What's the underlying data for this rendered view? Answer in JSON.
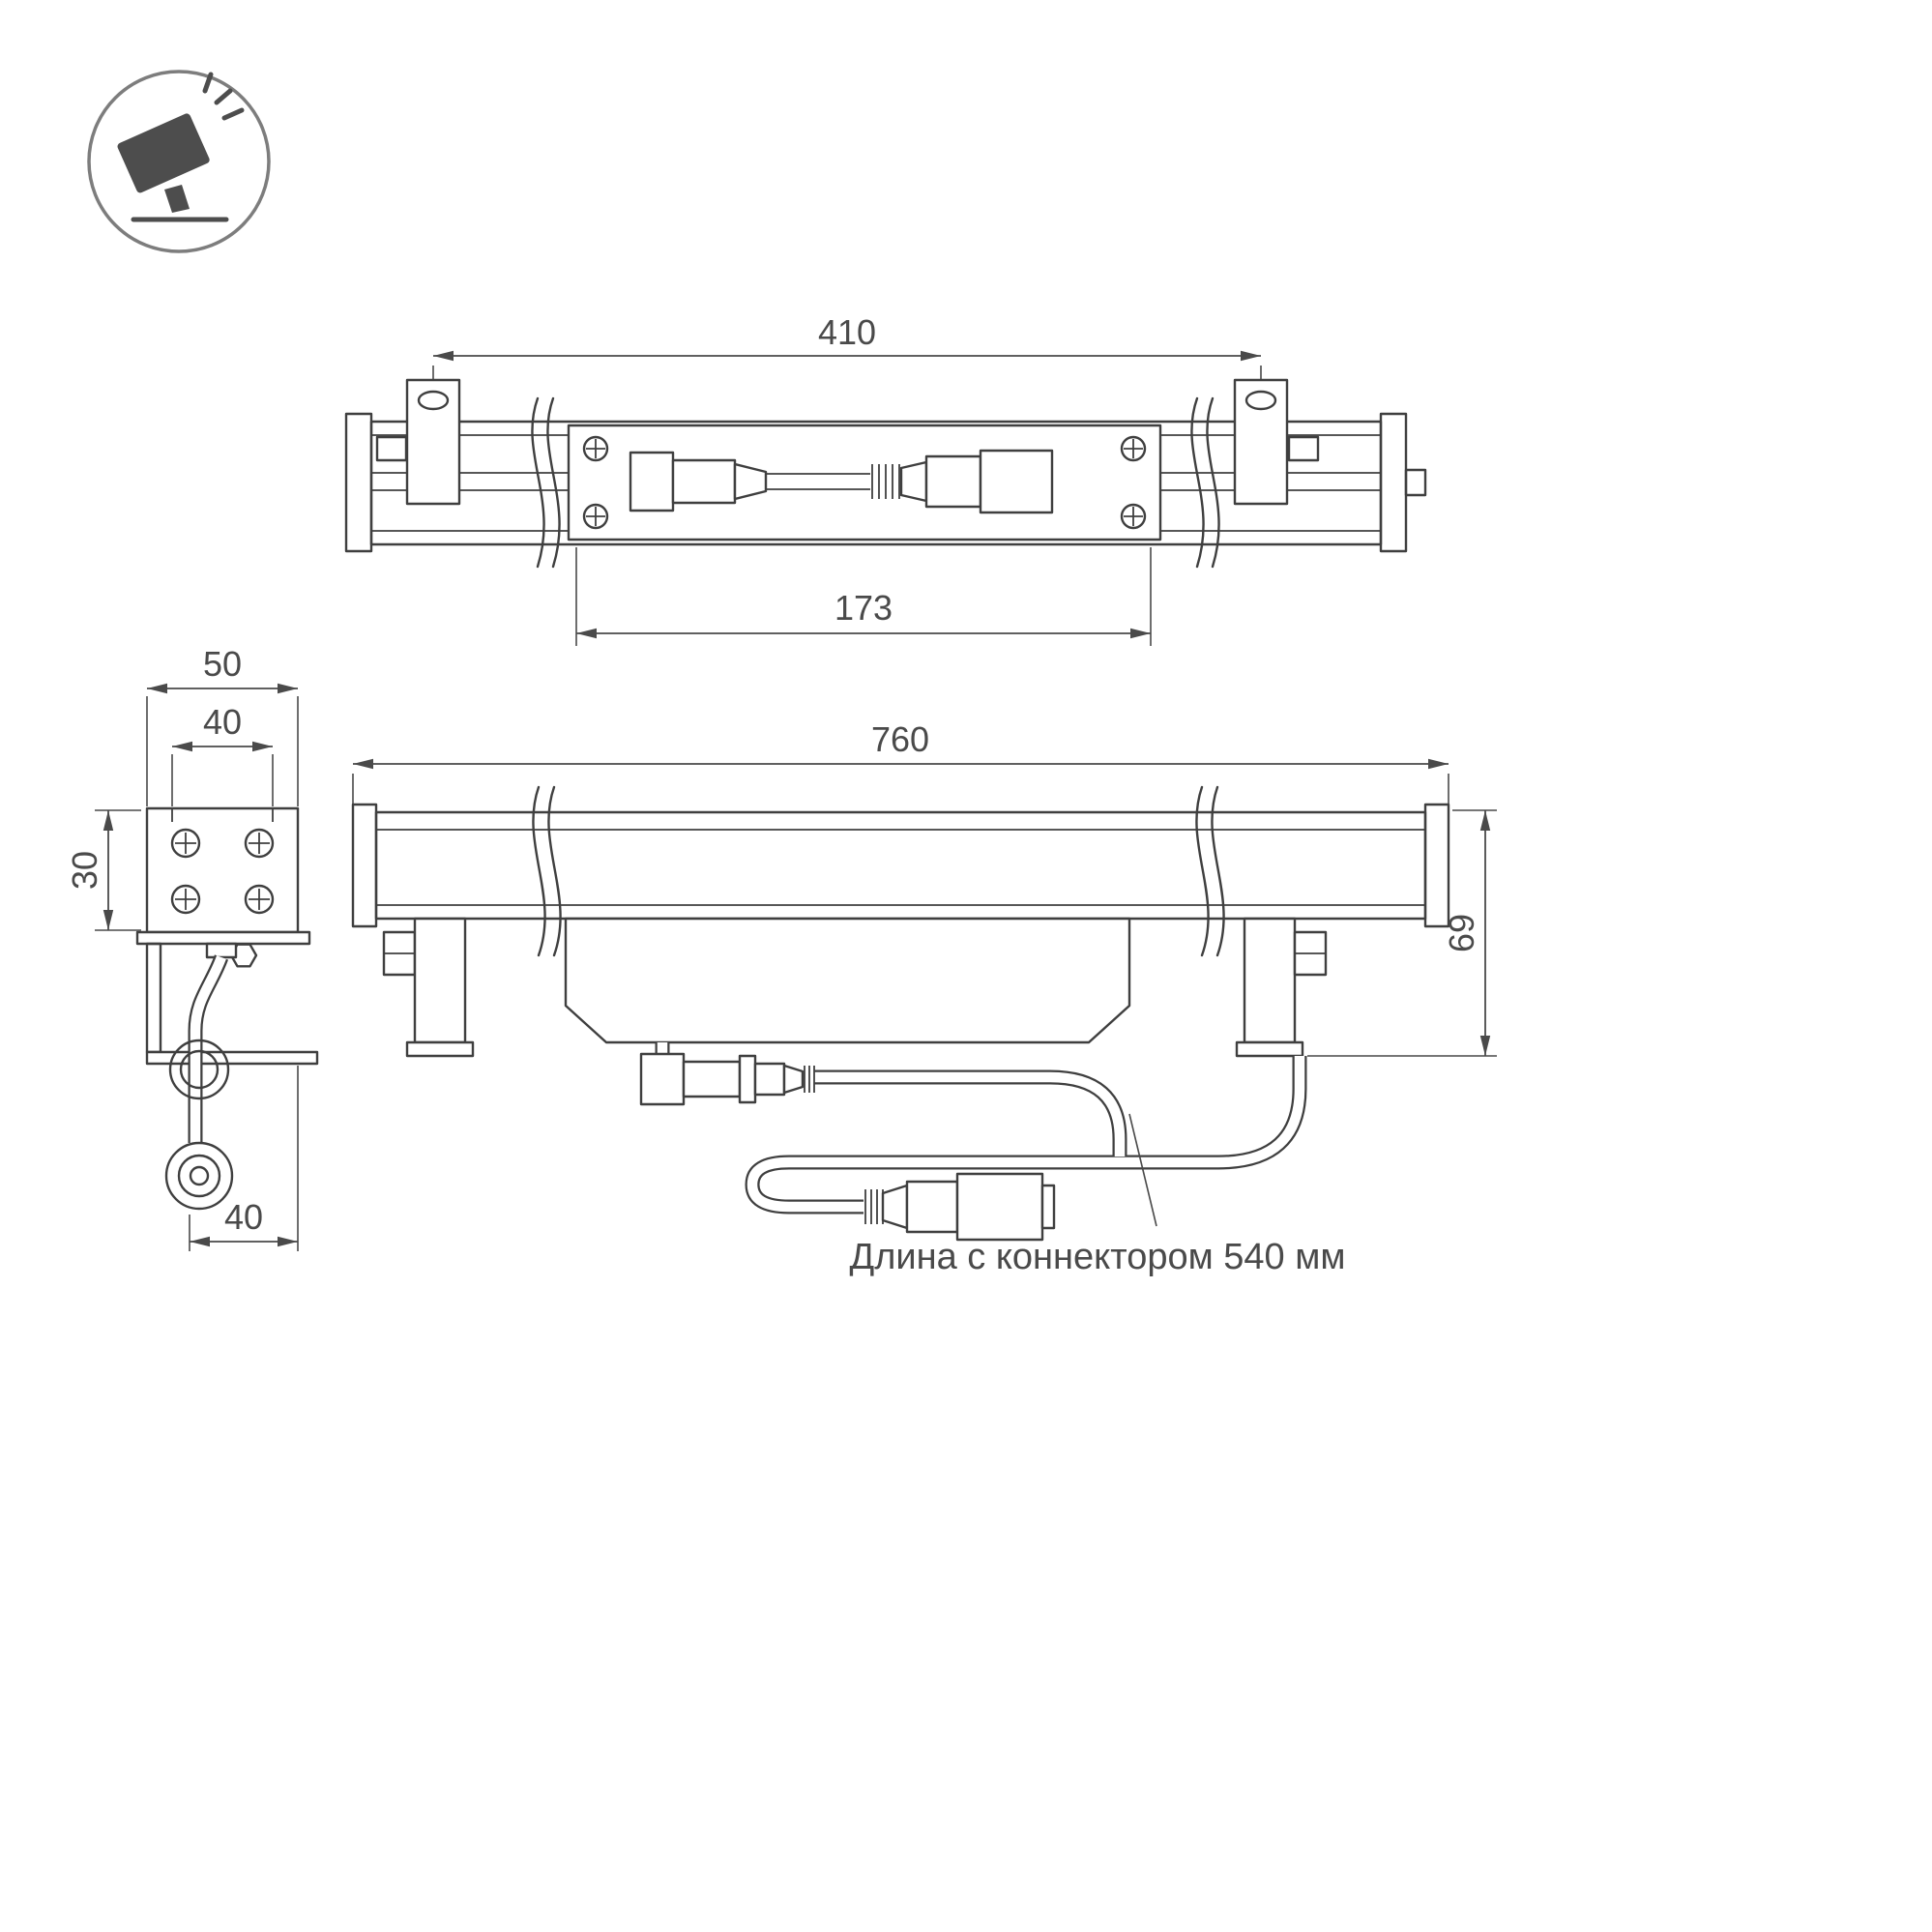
{
  "meta": {
    "background": "#ffffff",
    "line_color": "#3f3f3f",
    "dim_color": "#4a4a4a"
  },
  "icon": {
    "name": "floodlight-icon"
  },
  "views": {
    "top": {
      "overall_width": "410",
      "module_width": "173"
    },
    "side": {
      "outer_width": "50",
      "inner_width": "40",
      "height": "30",
      "bottom_offset": "40"
    },
    "front": {
      "length": "760",
      "height": "69"
    }
  },
  "caption": {
    "text": "Длина с коннектором 540 мм"
  }
}
